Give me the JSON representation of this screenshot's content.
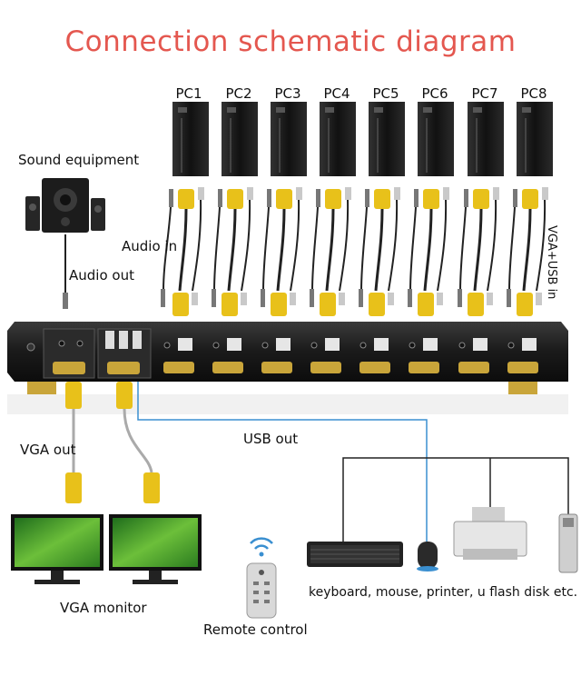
{
  "title": "Connection schematic diagram",
  "pcs": [
    "PC1",
    "PC2",
    "PC3",
    "PC4",
    "PC5",
    "PC6",
    "PC7",
    "PC8"
  ],
  "labels": {
    "sound_equipment": "Sound equipment",
    "audio_in": "Audio in",
    "audio_out": "Audio out",
    "vga_usb_in": "VGA+USB in",
    "vga_out": "VGA out",
    "usb_out": "USB out",
    "vga_monitor": "VGA monitor",
    "peripherals": "keyboard, mouse, printer, u flash disk etc.",
    "remote_control": "Remote control"
  },
  "colors": {
    "title": "#e4574f",
    "kvm_body": "#1a1a1a",
    "vga_plug": "#e8c11a",
    "usb_line": "#3a8fd0"
  }
}
